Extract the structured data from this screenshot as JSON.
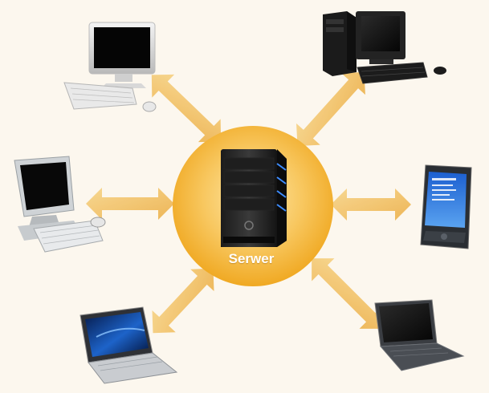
{
  "center": {
    "label": "Serwer"
  },
  "devices": [
    {
      "name": "desktop-top-left"
    },
    {
      "name": "tower-top-right"
    },
    {
      "name": "desktop-left"
    },
    {
      "name": "pda-right"
    },
    {
      "name": "laptop-bottom-left"
    },
    {
      "name": "laptop-bottom-right"
    }
  ],
  "colors": {
    "background": "#fcf7ee",
    "circle": "#f3b43a",
    "arrow": "#f2c36a"
  }
}
